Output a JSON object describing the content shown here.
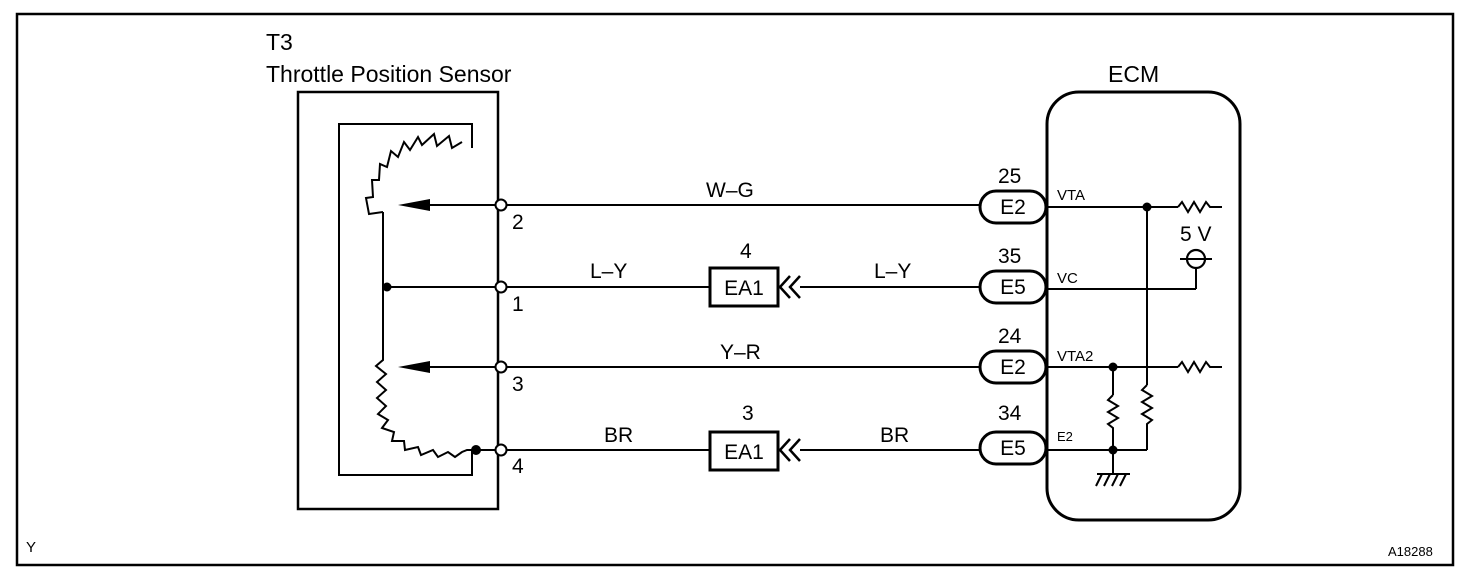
{
  "corner_letter": "Y",
  "figure_id": "A18288",
  "sensor": {
    "code": "T3",
    "name": "Throttle Position Sensor"
  },
  "ecm": {
    "title": "ECM"
  },
  "sensor_pins": [
    "2",
    "1",
    "3",
    "4"
  ],
  "wires": [
    {
      "sensor_pin": "2",
      "color": "W–G",
      "ecm_pin": "25",
      "ecm_connector": "E2",
      "ecm_terminal": "VTA"
    },
    {
      "sensor_pin": "1",
      "color_left": "L–Y",
      "junction_number": "4",
      "junction": "EA1",
      "color_right": "L–Y",
      "ecm_pin": "35",
      "ecm_connector": "E5",
      "ecm_terminal": "VC"
    },
    {
      "sensor_pin": "3",
      "color": "Y–R",
      "ecm_pin": "24",
      "ecm_connector": "E2",
      "ecm_terminal": "VTA2"
    },
    {
      "sensor_pin": "4",
      "color_left": "BR",
      "junction_number": "3",
      "junction": "EA1",
      "color_right": "BR",
      "ecm_pin": "34",
      "ecm_connector": "E5",
      "ecm_terminal": "E2"
    }
  ],
  "supply_label": "5 V"
}
